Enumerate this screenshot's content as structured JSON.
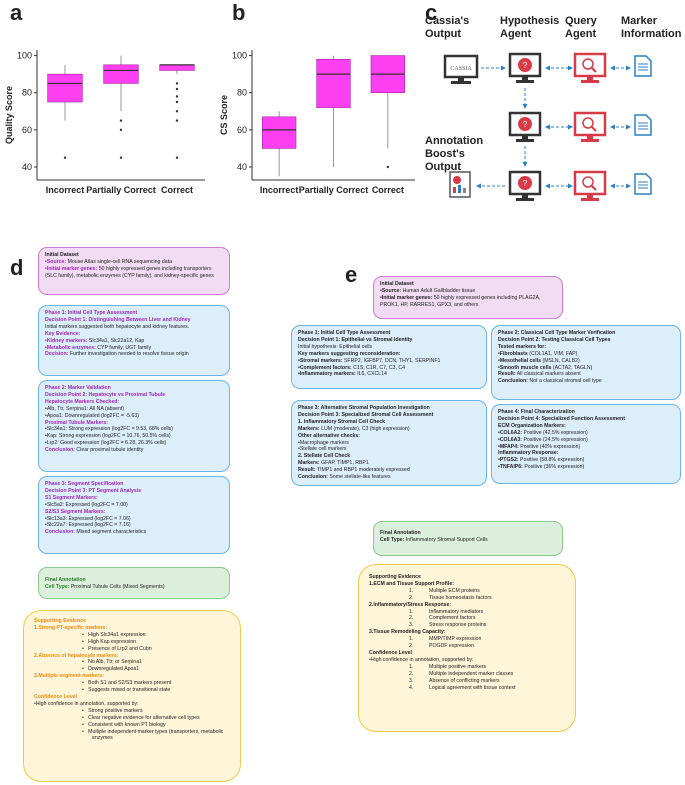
{
  "panel_letters": {
    "a": "a",
    "b": "b",
    "c": "c",
    "d": "d",
    "e": "e"
  },
  "chart_data": [
    {
      "type": "box",
      "ylabel": "Quality Score",
      "categories": [
        "Incorrect",
        "Partially Correct",
        "Correct"
      ],
      "yticks": [
        40,
        60,
        80,
        100
      ],
      "ylim": [
        33,
        103
      ],
      "color": "#ff3ff2",
      "boxes": [
        {
          "name": "Incorrect",
          "whisker_low": 65,
          "q1": 75,
          "median": 85,
          "q3": 90,
          "whisker_high": 95,
          "outliers": [
            45
          ]
        },
        {
          "name": "Partially Correct",
          "whisker_low": 70,
          "q1": 85,
          "median": 92,
          "q3": 95,
          "whisker_high": 100,
          "outliers": [
            65,
            60,
            45
          ]
        },
        {
          "name": "Correct",
          "whisker_low": 90,
          "q1": 92,
          "median": 95,
          "q3": 95,
          "whisker_high": 95,
          "outliers": [
            85,
            82,
            78,
            75,
            70,
            65,
            45
          ]
        }
      ]
    },
    {
      "type": "box",
      "ylabel": "CS Score",
      "categories": [
        "Incorrect",
        "Partially Correct",
        "Correct"
      ],
      "yticks": [
        40,
        60,
        80,
        100
      ],
      "ylim": [
        33,
        103
      ],
      "color": "#ff3ff2",
      "boxes": [
        {
          "name": "Incorrect",
          "whisker_low": 35,
          "q1": 50,
          "median": 60,
          "q3": 67,
          "whisker_high": 70,
          "outliers": []
        },
        {
          "name": "Partially Correct",
          "whisker_low": 40,
          "q1": 72,
          "median": 90,
          "q3": 98,
          "whisker_high": 100,
          "outliers": []
        },
        {
          "name": "Correct",
          "whisker_low": 50,
          "q1": 80,
          "median": 90,
          "q3": 100,
          "whisker_high": 100,
          "outliers": [
            40
          ]
        }
      ]
    }
  ],
  "diagram_c": {
    "col1": "Cassia's\nOutput",
    "col2": "Hypothesis\nAgent",
    "col3": "Query\nAgent",
    "col4": "Marker\nInformation",
    "boost": "Annotation\nBoost's\nOutput",
    "cassia_screen": "CASSIA",
    "colors": {
      "agent": "#d63b47",
      "arrow": "#2d7fc4"
    }
  },
  "panel_d": {
    "initial": {
      "title": "Initial Dataset",
      "source_label": "•Source:",
      "source": " Mouse Atlas single-cell RNA sequencing data",
      "markers_label": "•Initial marker genes:",
      "markers": " 50 highly expressed genes including transporters (SLC family), metabolic enzymes (CYP family), and kidney-specific genes"
    },
    "phase1": {
      "title": "Phase 1: Initial Cell Type Assessment",
      "dp": "Decision Point 1: Distinguishing Between Liver and Kidney",
      "l1": "Initial markers suggested both hepatocyte and kidney features.",
      "ke": "Key Evidence:",
      "km_label": "•Kidney markers:",
      "km": " Slc34a1, Slc22a12, Kap",
      "me_label": "•Metabolic enzymes:",
      "me": " CYP family, UGT family",
      "dec_label": "Decision:",
      "dec": " Further investigation needed to resolve tissue origin"
    },
    "phase2": {
      "title": "Phase 2: Marker Validation",
      "dp": "Decision Point 2: Hepatocyte vs Proximal Tubule",
      "h": "Hepatocyte Markers Checked:",
      "l1": "•Alb, Ttr, Serpina1: All NA (absent)",
      "l2": "•Apoa1: Downregulated (log2FC = -5.63)",
      "h2": "Proximal Tubule Markers:",
      "l3": "•Slc34a1: Strong expression (log2FC = 9.53, 68% cells)",
      "l4": "•Kap: Strong expression (log2FC = 10.76, 50.5% cells)",
      "l5": "•Lrp2: Good expression (log2FC = 6.28, 26.3% cells)",
      "c_label": "Conclusion:",
      "c": " Clear proximal tubule identity"
    },
    "phase3": {
      "title": "Phase 3: Segment Specification",
      "dp": "Decision Point 3: PT Segment Analysis",
      "h": "S1 Segment Markers:",
      "l1": "•Slc5a2: Expressed (log2FC = 7.00)",
      "h2": "S2/S3 Segment Markers:",
      "l2": "•Slc13a3: Expressed (log2FC = 7.06)",
      "l3": "•Slc22a7: Expressed (log2FC = 7.16)",
      "c_label": "Conclusion:",
      "c": " Mixed segment characteristics"
    },
    "final": {
      "title": "Final Annotation",
      "ct_label": "Cell Type:",
      "ct": " Proximal Tubule Cells (Mixed Segments)"
    },
    "support": {
      "title": "Supporting Evidence",
      "s1": "1.Strong PT-specific markers:",
      "s1_items": [
        "High Slc34a1 expression",
        "High Kap expression",
        "Presence of Lrp2 and Cubn"
      ],
      "s2": "2.Absence of hepatocyte markers:",
      "s2_items": [
        "No Alb, Ttr, or Serpina1",
        "Downregulated Apoa1"
      ],
      "s3": "3.Multiple segment markers:",
      "s3_items": [
        "Both S1 and S2/S3 markers present",
        "Suggests mixed or transitional state"
      ],
      "conf": "Confidence Level",
      "conf_l": "•High confidence in annotation, supported by:",
      "conf_items": [
        "Strong positive markers",
        "Clear negative evidence for alternative cell types",
        "Consistent with known PT biology",
        "Multiple independent marker types (transporters, metabolic enzymes"
      ],
      "bullet": "•"
    }
  },
  "panel_e": {
    "initial": {
      "title": "Initial Dataset",
      "source_label": "•Source:",
      "source": " Human Adult Gallbladder tissue",
      "markers_label": "•Initial marker genes:",
      "markers": " 50 highly expressed genes including PLAG2A, PROK1, HP, RARRES1, GPX3, and others"
    },
    "phase1": {
      "title": "Phase 1: Initial Cell Type Assessment",
      "dp": "Decision Point 1: Epithelial vs Stromal Identity",
      "l1": "Initial hypothesis: Epithelial cells",
      "h": "Key markers suggesting reconsideration:",
      "l2_label": "•Stromal markers:",
      "l2": " SFRP2, IGFBP7, DCN, THY1, SERPINF1",
      "l3_label": "•Complement factors:",
      "l3": " C1S, C1R, C7, C3, C4",
      "l4_label": "•Inflammatory markers:",
      "l4": " IL6, CXCL14"
    },
    "phase2": {
      "title": "Phase 2: Classical Cell Type Marker Verification",
      "dp": "Decision Point 2: Testing Classical Cell Types",
      "h": "Tested markers for:",
      "l1_label": "•Fibroblasts",
      "l1": " (COL1A1, VIM, FAP)",
      "l2_label": "•Mesothelial cells",
      "l2": " (MSLN, CALB2)",
      "l3_label": "•Smooth muscle cells",
      "l3": " (ACTA2, TAGLN)",
      "r_label": "Result:",
      "r": " All classical markers absent",
      "c_label": "Conclusion:",
      "c": " Not a classical stromal cell type"
    },
    "phase3": {
      "title": "Phase 3: Alternative Stromal Population Investigation",
      "dp": "Decision Point 3: Specialized Stromal Cell Assessment",
      "h1": "1. Inflammatory Stromal Cell Check",
      "m_label": "Markers:",
      "m": " LUM (moderate), C3 (high expression)",
      "h2": "Other alternative checks:",
      "l1": "•Macrophage markers",
      "l2": "•Stellate cell markers",
      "h3": "2. Stellate Cell Check",
      "m2_label": "Markers:",
      "m2": " GFAP, TIMP1, RBP1",
      "r_label": "Result:",
      "r": " TIMP1 and RBP1 moderately expressed",
      "c_label": "Conclusion:",
      "c": " Some stellate-like features"
    },
    "phase4": {
      "title": "Phase 4: Final Characterization",
      "dp": "Decision Point 4: Specialized Function Assessment",
      "h1": "ECM Organization Markers:",
      "l1_label": "•COL6A2:",
      "l1": " Positive (42.5% expression)",
      "l2_label": "•COL6A3:",
      "l2": " Positive (24.5% expression)",
      "l3_label": "•MFAP4:",
      "l3": " Positive (40% expression)",
      "h2": "Inflammatory Response:",
      "l4_label": "•PTGS2:",
      "l4": " Positive (58.8% expression)",
      "l5_label": "•TNFAIP6:",
      "l5": " Positive (36% expression)"
    },
    "final": {
      "title": "Final Annotation",
      "ct_label": "Cell Type:",
      "ct": " Inflammatory Stromal Support Cells"
    },
    "support": {
      "title": "Supporting Evidence",
      "s1": "1.ECM and Tissue Support Profile:",
      "s1_items": [
        {
          "n": "1.",
          "t": "Multiple ECM proteins"
        },
        {
          "n": "2.",
          "t": "Tissue homeostasis factors"
        }
      ],
      "s2": "2.Inflammatory/Stress Response:",
      "s2_items": [
        {
          "n": "1.",
          "t": "Inflammatory mediators"
        },
        {
          "n": "2.",
          "t": "Complement factors"
        },
        {
          "n": "3.",
          "t": "Stress response proteins"
        }
      ],
      "s3": "3.Tissue Remodeling Capacity:",
      "s3_items": [
        {
          "n": "1.",
          "t": "MMP/TIMP expression"
        },
        {
          "n": "2.",
          "t": "POGDF expression"
        }
      ],
      "conf": "Confidence Level",
      "conf_l": "•High confidence in annotation, supported by:",
      "conf_items": [
        {
          "n": "1.",
          "t": "Multiple positive markers"
        },
        {
          "n": "2.",
          "t": "Multiple independent marker classes"
        },
        {
          "n": "3.",
          "t": "Absence of conflicting markers"
        },
        {
          "n": "4.",
          "t": "Logical agreement with tissue context"
        }
      ]
    }
  }
}
